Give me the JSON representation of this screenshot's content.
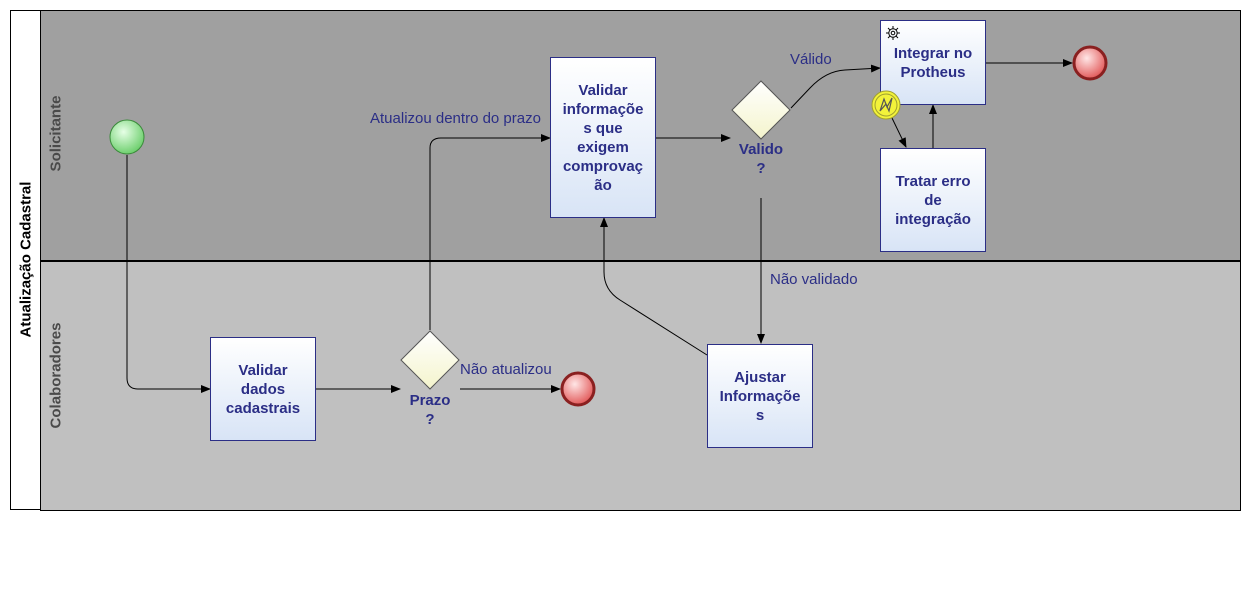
{
  "pool": {
    "title": "Atualização Cadastral"
  },
  "lanes": {
    "top": {
      "label": "Solicitante"
    },
    "bottom": {
      "label": "Colaboradores"
    }
  },
  "tasks": {
    "validar_dados": "Validar dados cadastrais",
    "validar_info": "Validar informaçõe s que exigem comprovaç ão",
    "integrar": "Integrar no Protheus",
    "tratar_erro": "Tratar erro de integração",
    "ajustar": "Ajustar Informaçõe s"
  },
  "gateways": {
    "prazo": "Prazo ?",
    "valido": "Valido ?"
  },
  "flow_labels": {
    "atualizou": "Atualizou dentro do prazo",
    "nao_atualizou": "Não atualizou",
    "valido": "Válido",
    "nao_validado": "Não validado"
  },
  "colors": {
    "start_event": "#66cc66",
    "end_event": "#e04040",
    "task_text": "#2b2e86",
    "error_event": "#f2f23a"
  }
}
